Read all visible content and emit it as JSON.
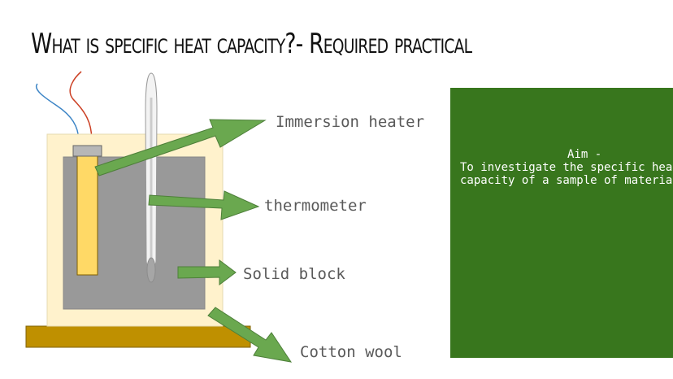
{
  "title": "What is specific heat capacity?- Required practical",
  "labels": {
    "immersion_heater": "Immersion heater",
    "thermometer": "thermometer",
    "solid_block": "Solid block",
    "cotton_wool": "Cotton wool"
  },
  "aim": {
    "heading": "Aim -",
    "line1": "To investigate the specific heat",
    "line2": "capacity of a sample of material"
  },
  "colors": {
    "aim_box": "#38761d",
    "arrow": "#6aa84f",
    "cotton_wool": "#fff2cc",
    "block": "#999999",
    "heater": "#ffd966",
    "base": "#bf9000",
    "wire_red": "#cc4125",
    "wire_blue": "#3d85c6"
  }
}
